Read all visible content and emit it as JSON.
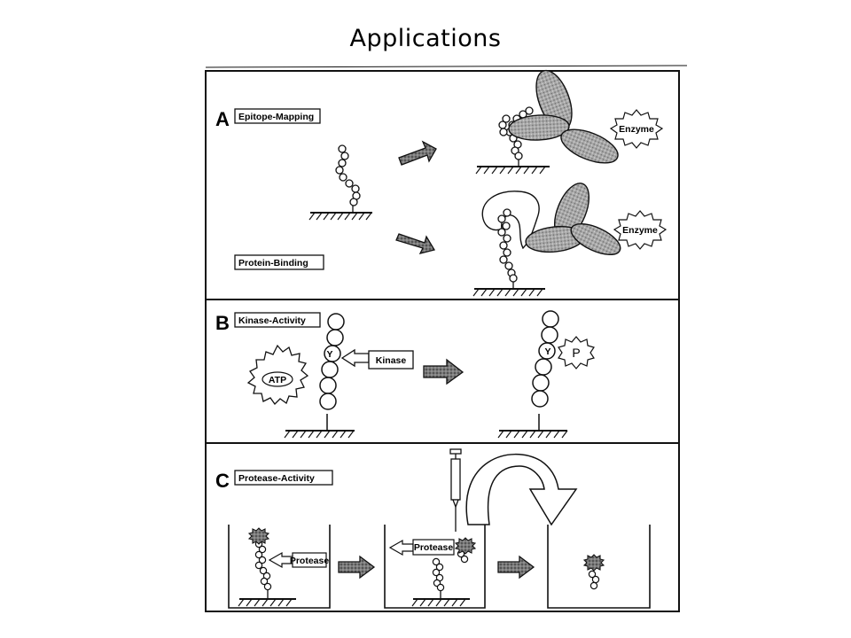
{
  "slide": {
    "title": "Applications"
  },
  "figure": {
    "panel_a": {
      "letter": "A",
      "label_top": "Epitope-Mapping",
      "label_bottom": "Protein-Binding",
      "enzyme_top": "Enzyme",
      "enzyme_bottom": "Enzyme"
    },
    "panel_b": {
      "letter": "B",
      "label": "Kinase-Activity",
      "atp": "ATP",
      "kinase": "Kinase",
      "tyrosine_left": "Y",
      "tyrosine_right": "Y",
      "phosphate": "P"
    },
    "panel_c": {
      "letter": "C",
      "label": "Protease-Activity",
      "protease_left": "Protease",
      "protease_middle": "Protease"
    }
  }
}
